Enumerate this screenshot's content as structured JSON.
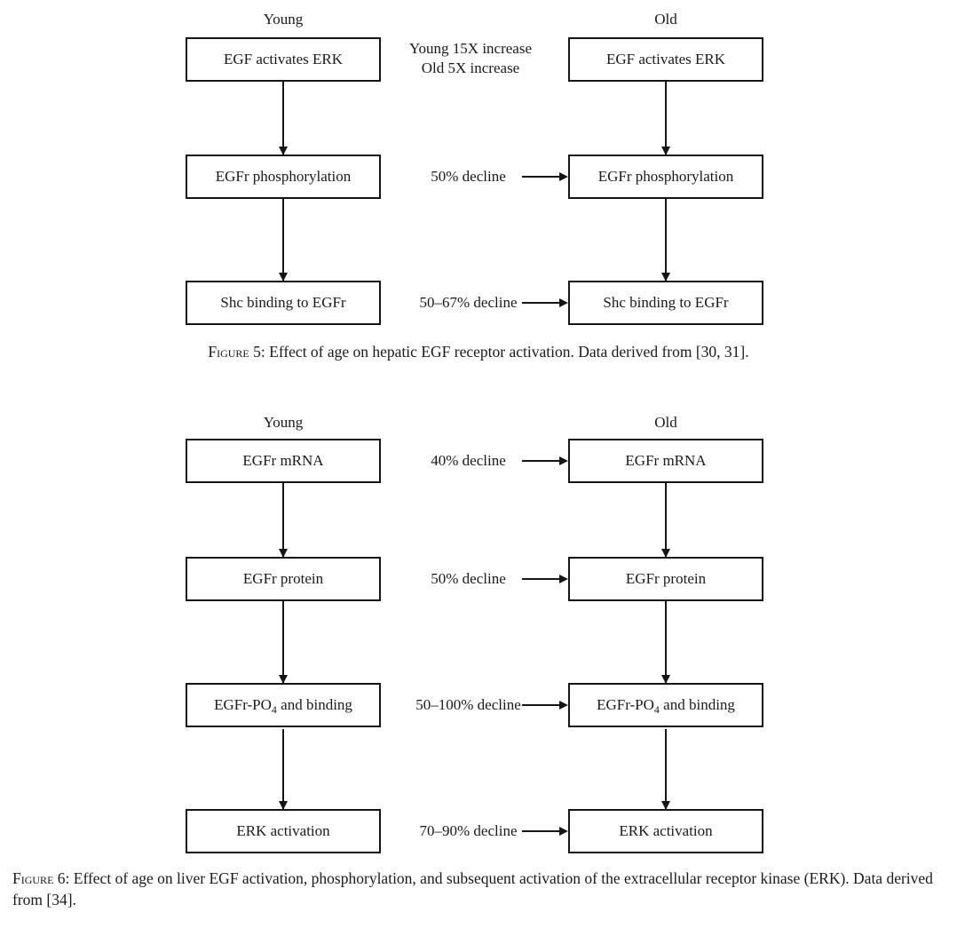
{
  "colors": {
    "ink": "#151515",
    "text": "#1a1a1a",
    "background": "#ffffff"
  },
  "figure5": {
    "column_young": "Young",
    "column_old": "Old",
    "young_boxes": [
      "EGF activates ERK",
      "EGFr phosphorylation",
      "Shc binding to EGFr"
    ],
    "old_boxes": [
      "EGF activates ERK",
      "EGFr phosphorylation",
      "Shc binding to EGFr"
    ],
    "increase_note": {
      "line1": "Young 15X increase",
      "line2": "Old 5X increase"
    },
    "declines": [
      "50% decline",
      "50–67% decline"
    ],
    "caption": {
      "label": "Figure 5:",
      "text": "Effect of age on hepatic EGF receptor activation. Data derived from [30, 31]."
    }
  },
  "figure6": {
    "column_young": "Young",
    "column_old": "Old",
    "young_boxes": [
      "EGFr mRNA",
      "EGFr protein",
      {
        "pre": "EGFr-PO",
        "sub": "4",
        "post": "and binding"
      },
      "ERK activation"
    ],
    "old_boxes": [
      "EGFr mRNA",
      "EGFr protein",
      {
        "pre": "EGFr-PO",
        "sub": "4",
        "post": "and binding"
      },
      "ERK activation"
    ],
    "declines": [
      "40% decline",
      "50% decline",
      "50–100% decline",
      "70–90% decline"
    ],
    "caption": {
      "label": "Figure 6:",
      "text": "Effect of age on liver EGF activation, phosphorylation, and subsequent activation of the extracellular receptor kinase (ERK). Data derived from [34]."
    }
  }
}
